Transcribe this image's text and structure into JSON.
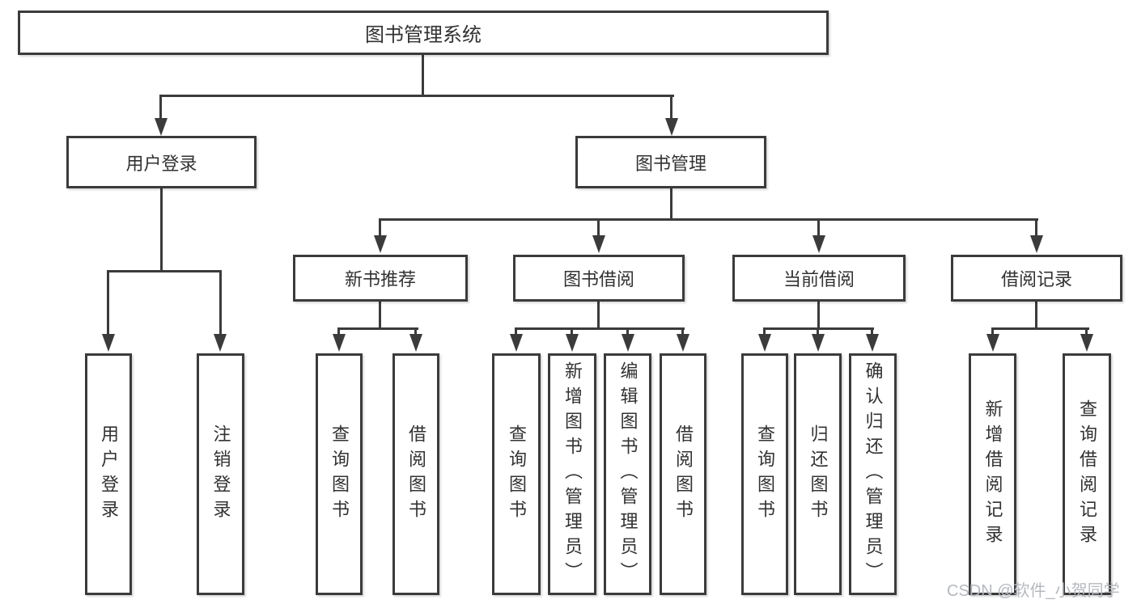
{
  "colors": {
    "line": "#3b3b3b",
    "text": "#323232",
    "box_background": "#ffffff",
    "page_background": "#ffffff",
    "watermark": "#b5b9bf"
  },
  "watermark": {
    "text": "CSDN @软件_小贺同学"
  },
  "nodes": {
    "root": "图书管理系统",
    "user_login": "用户登录",
    "book_management": "图书管理",
    "leaf_login": "用户登录",
    "leaf_logout": "注销登录",
    "new_book_recommend": "新书推荐",
    "book_borrow": "图书借阅",
    "current_borrow": "当前借阅",
    "borrow_record": "借阅记录",
    "nbr_query_book": "查询图书",
    "nbr_borrow_book": "借阅图书",
    "bb_query_book": "查询图书",
    "bb_add_book": "新增图书（管理员）",
    "bb_edit_book": "编辑图书（管理员）",
    "bb_borrow_book": "借阅图书",
    "cb_query_book": "查询图书",
    "cb_return_book": "归还图书",
    "cb_confirm_return": "确认归还（管理员）",
    "br_add_record": "新增借阅记录",
    "br_query_record": "查询借阅记录"
  }
}
